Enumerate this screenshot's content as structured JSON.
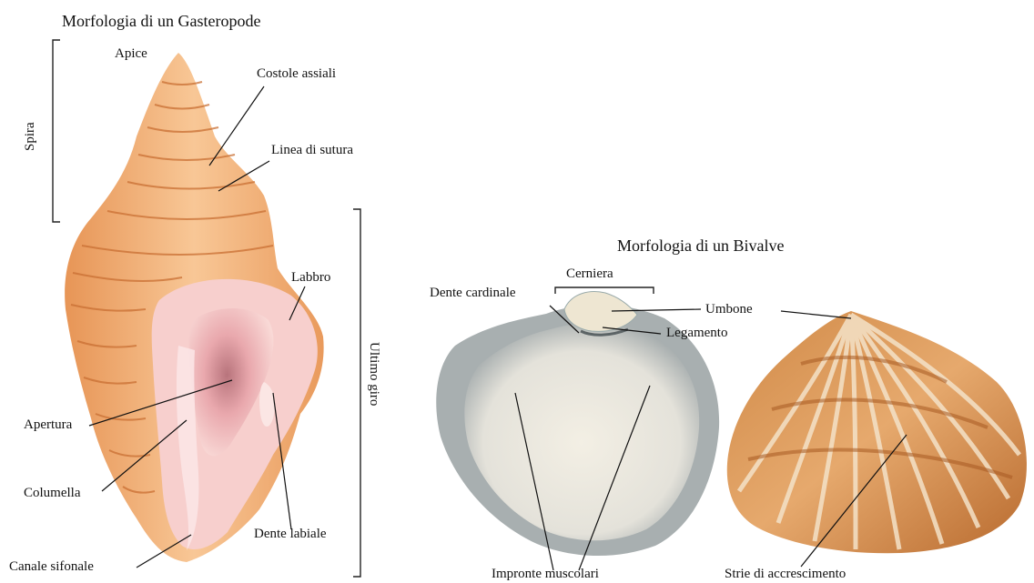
{
  "gastropod": {
    "title": "Morfologia di un Gasteropode",
    "labels": {
      "apice": "Apice",
      "costole_assiali": "Costole assiali",
      "linea_di_sutura": "Linea di sutura",
      "spira": "Spira",
      "labbro": "Labbro",
      "ultimo_giro": "Ultimo giro",
      "apertura": "Apertura",
      "columella": "Columella",
      "dente_labiale": "Dente labiale",
      "canale_sifonale": "Canale sifonale"
    }
  },
  "bivalve": {
    "title": "Morfologia di un Bivalve",
    "labels": {
      "cerniera": "Cerniera",
      "dente_cardinale": "Dente cardinale",
      "umbone": "Umbone",
      "legamento": "Legamento",
      "impronte_muscolari": "Impronte muscolari",
      "strie_di_accrescimento": "Strie di accrescimento"
    }
  },
  "colors": {
    "shell_orange": "#f0a86a",
    "shell_light": "#f8c89a",
    "aperture_pink": "#f6c3c6",
    "aperture_deep": "#c27f86",
    "bivalve_inner": "#e9e6de",
    "bivalve_rim": "#9aa2a4",
    "bivalve_outer": "#c8793a",
    "bivalve_outer_light": "#f1dcc0"
  }
}
